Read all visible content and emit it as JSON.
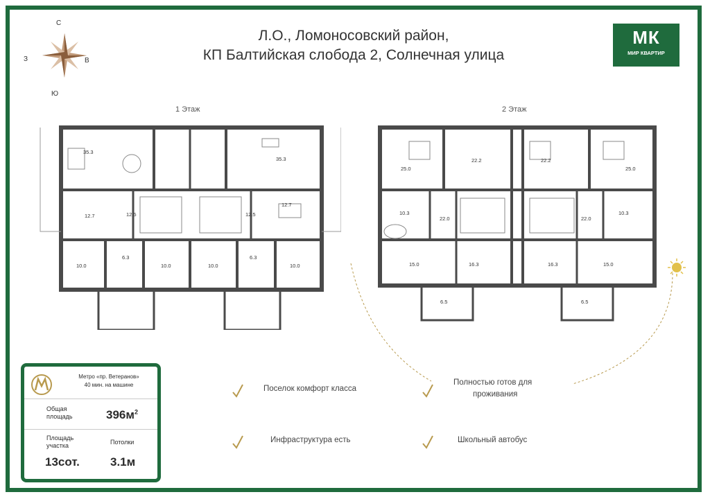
{
  "header": {
    "title_line1": "Л.О., Ломоносовский район,",
    "title_line2": "КП Балтийская слобода 2, Солнечная улица"
  },
  "logo": {
    "mark": "МК",
    "text": "МИР КВАРТИР",
    "bg_color": "#1f6b3d"
  },
  "compass": {
    "north": "С",
    "south": "Ю",
    "west": "З",
    "east": "В"
  },
  "floors": [
    {
      "label": "1 Этаж",
      "rooms": [
        "35.3",
        "35.3",
        "12.7",
        "12.5",
        "12.5",
        "12.7",
        "10.0",
        "6.3",
        "10.0",
        "10.0",
        "6.3",
        "10.0"
      ]
    },
    {
      "label": "2 Этаж",
      "rooms": [
        "25.0",
        "22.2",
        "22.2",
        "25.0",
        "10.3",
        "22.0",
        "22.0",
        "10.3",
        "15.0",
        "16.3",
        "16.3",
        "15.0",
        "6.5",
        "6.5"
      ]
    }
  ],
  "info": {
    "metro_line1": "Метро «пр. Ветеранов»",
    "metro_line2": "40 мин. на машине",
    "area_label_1": "Общая",
    "area_label_2": "площадь",
    "area_value": "396м",
    "area_sup": "2",
    "plot_label_1": "Площадь",
    "plot_label_2": "участка",
    "ceiling_label": "Потолки",
    "plot_value": "13сот.",
    "ceiling_value": "3.1м"
  },
  "features": [
    "Поселок комфорт класса",
    "Полностью готов для",
    "проживания",
    "Инфраструктура есть",
    "Школьный автобус"
  ],
  "colors": {
    "brand_green": "#1f6b3d",
    "gold": "#b89a4e",
    "wall": "#4a4a4a"
  }
}
